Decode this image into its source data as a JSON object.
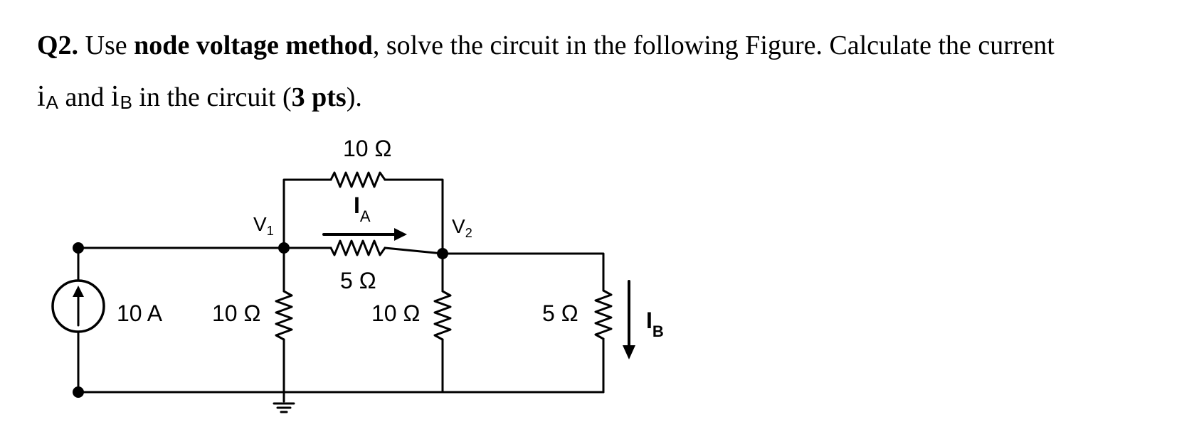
{
  "question": {
    "number": "Q2.",
    "t1": " Use ",
    "method": "node voltage method",
    "t2": ", solve the circuit in the following Figure.  Calculate the current",
    "iA_main": "i",
    "iA_sub": "A",
    "and": " and ",
    "iB_main": "i",
    "iB_sub": "B",
    "t3": " in the circuit (",
    "points": "3 pts",
    "t4": ")."
  },
  "circuit": {
    "source_label": "10 A",
    "r_left_label": "10 Ω",
    "r_top_label": "10 Ω",
    "r_mid_label": "5 Ω",
    "r_center_label": "10 Ω",
    "r_right_label": "5 Ω",
    "node1": {
      "main": "V",
      "sub": "1"
    },
    "node2": {
      "main": "V",
      "sub": "2"
    },
    "current_a": {
      "main": "I",
      "sub": "A"
    },
    "current_b": {
      "main": "I",
      "sub": "B"
    }
  }
}
